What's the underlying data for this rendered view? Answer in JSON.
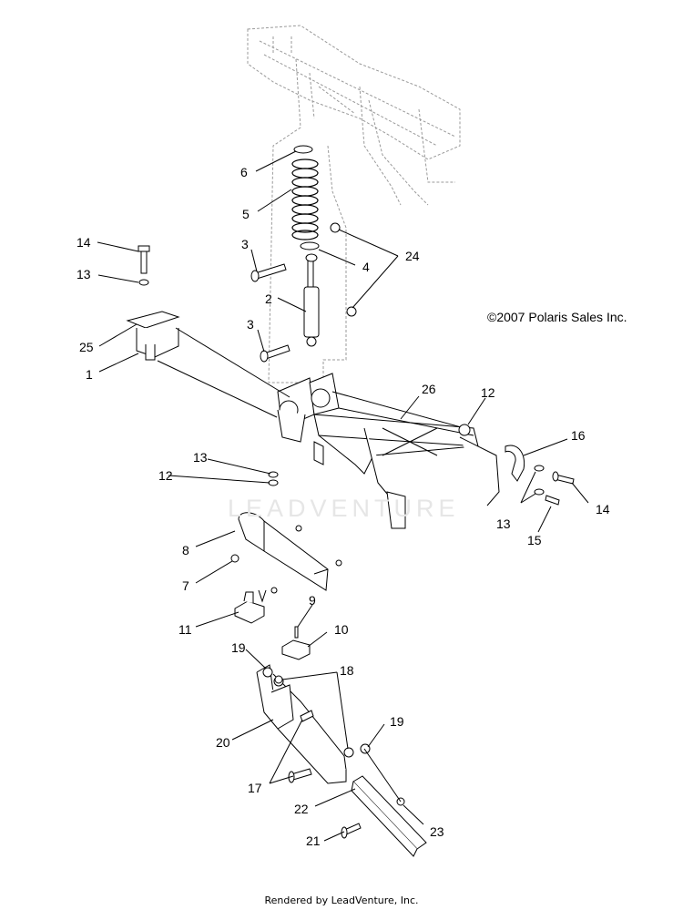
{
  "copyright": "©2007 Polaris Sales Inc.",
  "watermark": "LEADVENTURE",
  "footer": "Rendered by LeadVenture, Inc.",
  "callouts": {
    "c1": "1",
    "c2": "2",
    "c3a": "3",
    "c3b": "3",
    "c4": "4",
    "c5": "5",
    "c6": "6",
    "c7": "7",
    "c8": "8",
    "c9": "9",
    "c10": "10",
    "c11": "11",
    "c12a": "12",
    "c12b": "12",
    "c13a": "13",
    "c13b": "13",
    "c13c": "13",
    "c14a": "14",
    "c14b": "14",
    "c15": "15",
    "c16": "16",
    "c17": "17",
    "c18": "18",
    "c19a": "19",
    "c19b": "19",
    "c20": "20",
    "c21": "21",
    "c22": "22",
    "c23": "23",
    "c24": "24",
    "c25": "25",
    "c26": "26"
  }
}
